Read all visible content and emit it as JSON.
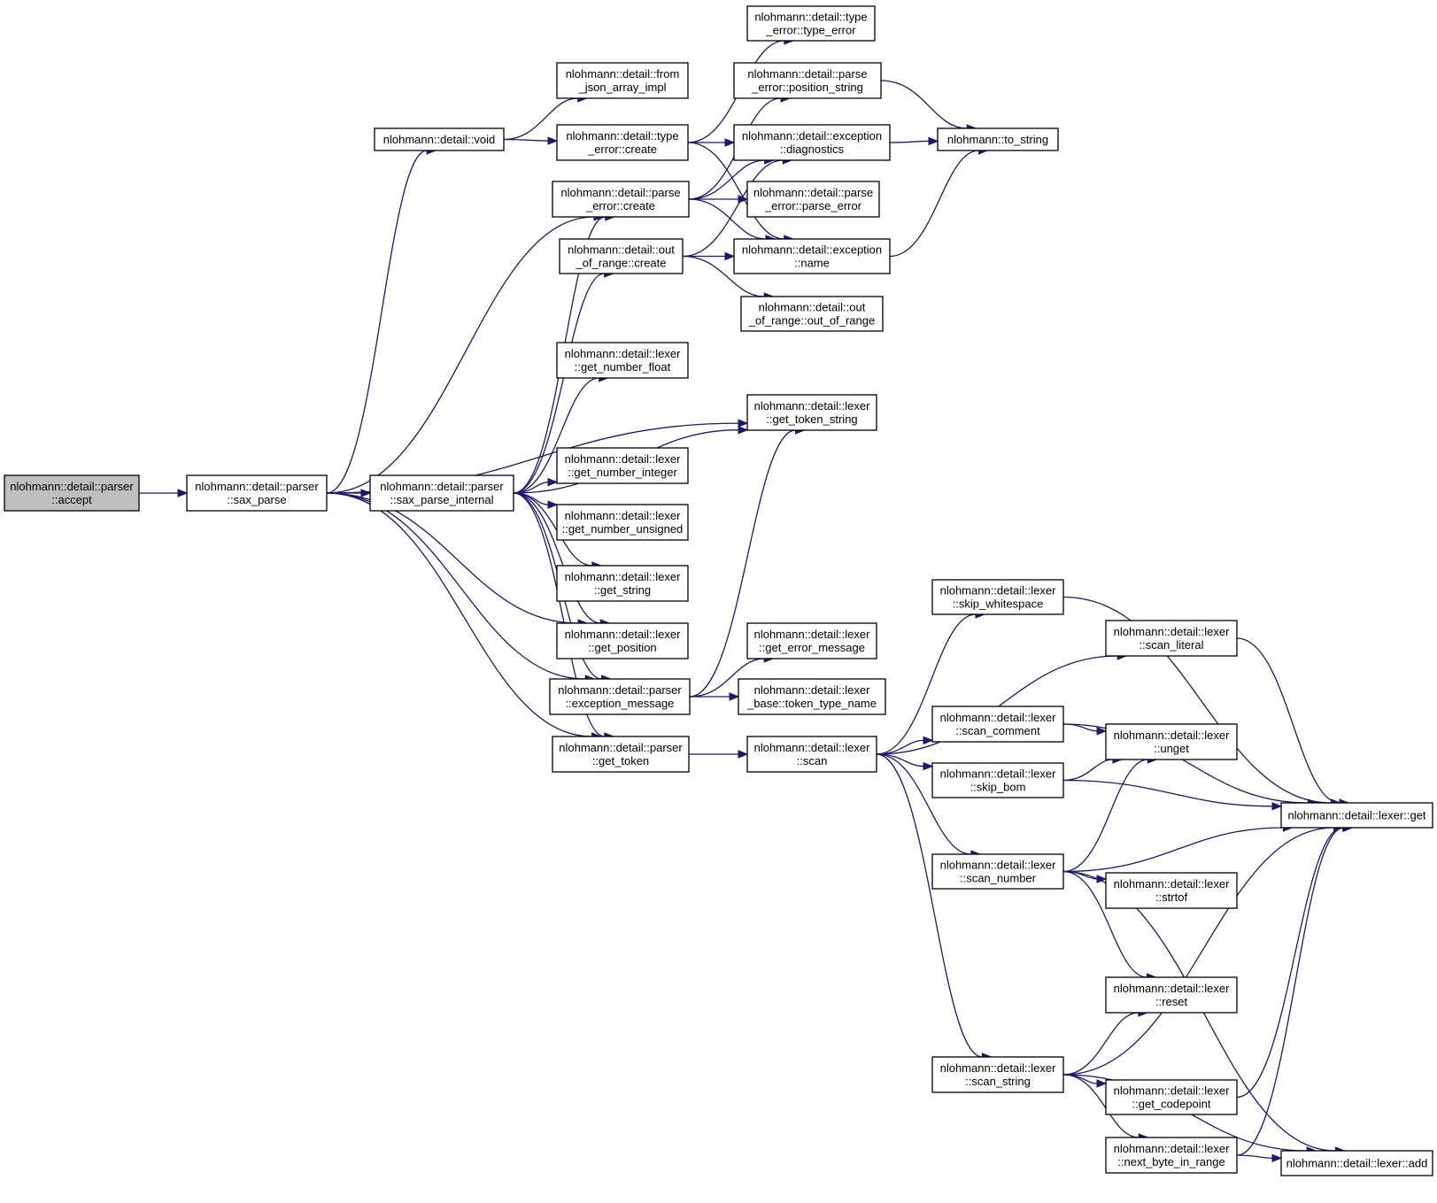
{
  "graph": {
    "colors": {
      "edge": "#191970",
      "root_fill": "#bfbfbf",
      "node_fill": "#ffffff",
      "node_stroke": "#000000"
    },
    "nodes": [
      {
        "id": "accept",
        "lines": [
          "nlohmann::detail::parser",
          "::accept"
        ]
      },
      {
        "id": "sax_parse",
        "lines": [
          "nlohmann::detail::parser",
          "::sax_parse"
        ]
      },
      {
        "id": "void",
        "lines": [
          "nlohmann::detail::void"
        ]
      },
      {
        "id": "from_json_array_impl",
        "lines": [
          "nlohmann::detail::from",
          "_json_array_impl"
        ]
      },
      {
        "id": "type_error_create",
        "lines": [
          "nlohmann::detail::type",
          "_error::create"
        ]
      },
      {
        "id": "type_error_type_error",
        "lines": [
          "nlohmann::detail::type",
          "_error::type_error"
        ]
      },
      {
        "id": "parse_error_position_string",
        "lines": [
          "nlohmann::detail::parse",
          "_error::position_string"
        ]
      },
      {
        "id": "exception_diagnostics",
        "lines": [
          "nlohmann::detail::exception",
          "::diagnostics"
        ]
      },
      {
        "id": "to_string",
        "lines": [
          "nlohmann::to_string"
        ]
      },
      {
        "id": "parse_error_create",
        "lines": [
          "nlohmann::detail::parse",
          "_error::create"
        ]
      },
      {
        "id": "parse_error_parse_error",
        "lines": [
          "nlohmann::detail::parse",
          "_error::parse_error"
        ]
      },
      {
        "id": "out_of_range_create",
        "lines": [
          "nlohmann::detail::out",
          "_of_range::create"
        ]
      },
      {
        "id": "exception_name",
        "lines": [
          "nlohmann::detail::exception",
          "::name"
        ]
      },
      {
        "id": "out_of_range_out_of_range",
        "lines": [
          "nlohmann::detail::out",
          "_of_range::out_of_range"
        ]
      },
      {
        "id": "get_number_float",
        "lines": [
          "nlohmann::detail::lexer",
          "::get_number_float"
        ]
      },
      {
        "id": "get_token_string",
        "lines": [
          "nlohmann::detail::lexer",
          "::get_token_string"
        ]
      },
      {
        "id": "sax_parse_internal",
        "lines": [
          "nlohmann::detail::parser",
          "::sax_parse_internal"
        ]
      },
      {
        "id": "get_number_integer",
        "lines": [
          "nlohmann::detail::lexer",
          "::get_number_integer"
        ]
      },
      {
        "id": "get_number_unsigned",
        "lines": [
          "nlohmann::detail::lexer",
          "::get_number_unsigned"
        ]
      },
      {
        "id": "get_string",
        "lines": [
          "nlohmann::detail::lexer",
          "::get_string"
        ]
      },
      {
        "id": "get_position",
        "lines": [
          "nlohmann::detail::lexer",
          "::get_position"
        ]
      },
      {
        "id": "get_error_message",
        "lines": [
          "nlohmann::detail::lexer",
          "::get_error_message"
        ]
      },
      {
        "id": "exception_message",
        "lines": [
          "nlohmann::detail::parser",
          "::exception_message"
        ]
      },
      {
        "id": "token_type_name",
        "lines": [
          "nlohmann::detail::lexer",
          "_base::token_type_name"
        ]
      },
      {
        "id": "get_token",
        "lines": [
          "nlohmann::detail::parser",
          "::get_token"
        ]
      },
      {
        "id": "scan",
        "lines": [
          "nlohmann::detail::lexer",
          "::scan"
        ]
      },
      {
        "id": "skip_whitespace",
        "lines": [
          "nlohmann::detail::lexer",
          "::skip_whitespace"
        ]
      },
      {
        "id": "scan_literal",
        "lines": [
          "nlohmann::detail::lexer",
          "::scan_literal"
        ]
      },
      {
        "id": "scan_comment",
        "lines": [
          "nlohmann::detail::lexer",
          "::scan_comment"
        ]
      },
      {
        "id": "unget",
        "lines": [
          "nlohmann::detail::lexer",
          "::unget"
        ]
      },
      {
        "id": "skip_bom",
        "lines": [
          "nlohmann::detail::lexer",
          "::skip_bom"
        ]
      },
      {
        "id": "lexer_get",
        "lines": [
          "nlohmann::detail::lexer::get"
        ]
      },
      {
        "id": "scan_number",
        "lines": [
          "nlohmann::detail::lexer",
          "::scan_number"
        ]
      },
      {
        "id": "strtof",
        "lines": [
          "nlohmann::detail::lexer",
          "::strtof"
        ]
      },
      {
        "id": "reset",
        "lines": [
          "nlohmann::detail::lexer",
          "::reset"
        ]
      },
      {
        "id": "scan_string",
        "lines": [
          "nlohmann::detail::lexer",
          "::scan_string"
        ]
      },
      {
        "id": "get_codepoint",
        "lines": [
          "nlohmann::detail::lexer",
          "::get_codepoint"
        ]
      },
      {
        "id": "next_byte_in_range",
        "lines": [
          "nlohmann::detail::lexer",
          "::next_byte_in_range"
        ]
      },
      {
        "id": "lexer_add",
        "lines": [
          "nlohmann::detail::lexer::add"
        ]
      }
    ],
    "edges": [
      [
        "accept",
        "sax_parse"
      ],
      [
        "sax_parse",
        "void"
      ],
      [
        "sax_parse",
        "parse_error_create"
      ],
      [
        "sax_parse",
        "get_token_string"
      ],
      [
        "sax_parse",
        "sax_parse_internal"
      ],
      [
        "sax_parse",
        "get_position"
      ],
      [
        "sax_parse",
        "exception_message"
      ],
      [
        "sax_parse",
        "get_token"
      ],
      [
        "void",
        "from_json_array_impl"
      ],
      [
        "void",
        "type_error_create"
      ],
      [
        "type_error_create",
        "type_error_type_error"
      ],
      [
        "type_error_create",
        "exception_diagnostics"
      ],
      [
        "type_error_create",
        "exception_name"
      ],
      [
        "parse_error_create",
        "parse_error_position_string"
      ],
      [
        "parse_error_create",
        "exception_diagnostics"
      ],
      [
        "parse_error_create",
        "parse_error_parse_error"
      ],
      [
        "parse_error_create",
        "exception_name"
      ],
      [
        "parse_error_position_string",
        "to_string"
      ],
      [
        "exception_diagnostics",
        "to_string"
      ],
      [
        "exception_name",
        "to_string"
      ],
      [
        "out_of_range_create",
        "exception_diagnostics"
      ],
      [
        "out_of_range_create",
        "exception_name"
      ],
      [
        "out_of_range_create",
        "out_of_range_out_of_range"
      ],
      [
        "sax_parse_internal",
        "parse_error_create"
      ],
      [
        "sax_parse_internal",
        "out_of_range_create"
      ],
      [
        "sax_parse_internal",
        "get_number_float"
      ],
      [
        "sax_parse_internal",
        "get_token_string"
      ],
      [
        "sax_parse_internal",
        "get_number_integer"
      ],
      [
        "sax_parse_internal",
        "get_number_unsigned"
      ],
      [
        "sax_parse_internal",
        "get_string"
      ],
      [
        "sax_parse_internal",
        "get_position"
      ],
      [
        "sax_parse_internal",
        "exception_message"
      ],
      [
        "sax_parse_internal",
        "get_token"
      ],
      [
        "exception_message",
        "get_token_string"
      ],
      [
        "exception_message",
        "get_error_message"
      ],
      [
        "exception_message",
        "token_type_name"
      ],
      [
        "get_token",
        "scan"
      ],
      [
        "scan",
        "skip_whitespace"
      ],
      [
        "scan",
        "scan_literal"
      ],
      [
        "scan",
        "scan_comment"
      ],
      [
        "scan",
        "skip_bom"
      ],
      [
        "scan",
        "scan_number"
      ],
      [
        "scan",
        "scan_string"
      ],
      [
        "skip_whitespace",
        "lexer_get"
      ],
      [
        "scan_literal",
        "lexer_get"
      ],
      [
        "scan_comment",
        "lexer_get"
      ],
      [
        "scan_comment",
        "unget"
      ],
      [
        "skip_bom",
        "unget"
      ],
      [
        "skip_bom",
        "lexer_get"
      ],
      [
        "scan_number",
        "unget"
      ],
      [
        "scan_number",
        "lexer_get"
      ],
      [
        "scan_number",
        "strtof"
      ],
      [
        "scan_number",
        "reset"
      ],
      [
        "scan_number",
        "lexer_add"
      ],
      [
        "scan_string",
        "reset"
      ],
      [
        "scan_string",
        "lexer_get"
      ],
      [
        "scan_string",
        "get_codepoint"
      ],
      [
        "scan_string",
        "next_byte_in_range"
      ],
      [
        "scan_string",
        "lexer_add"
      ],
      [
        "get_codepoint",
        "lexer_get"
      ],
      [
        "next_byte_in_range",
        "lexer_get"
      ],
      [
        "next_byte_in_range",
        "lexer_add"
      ]
    ]
  }
}
